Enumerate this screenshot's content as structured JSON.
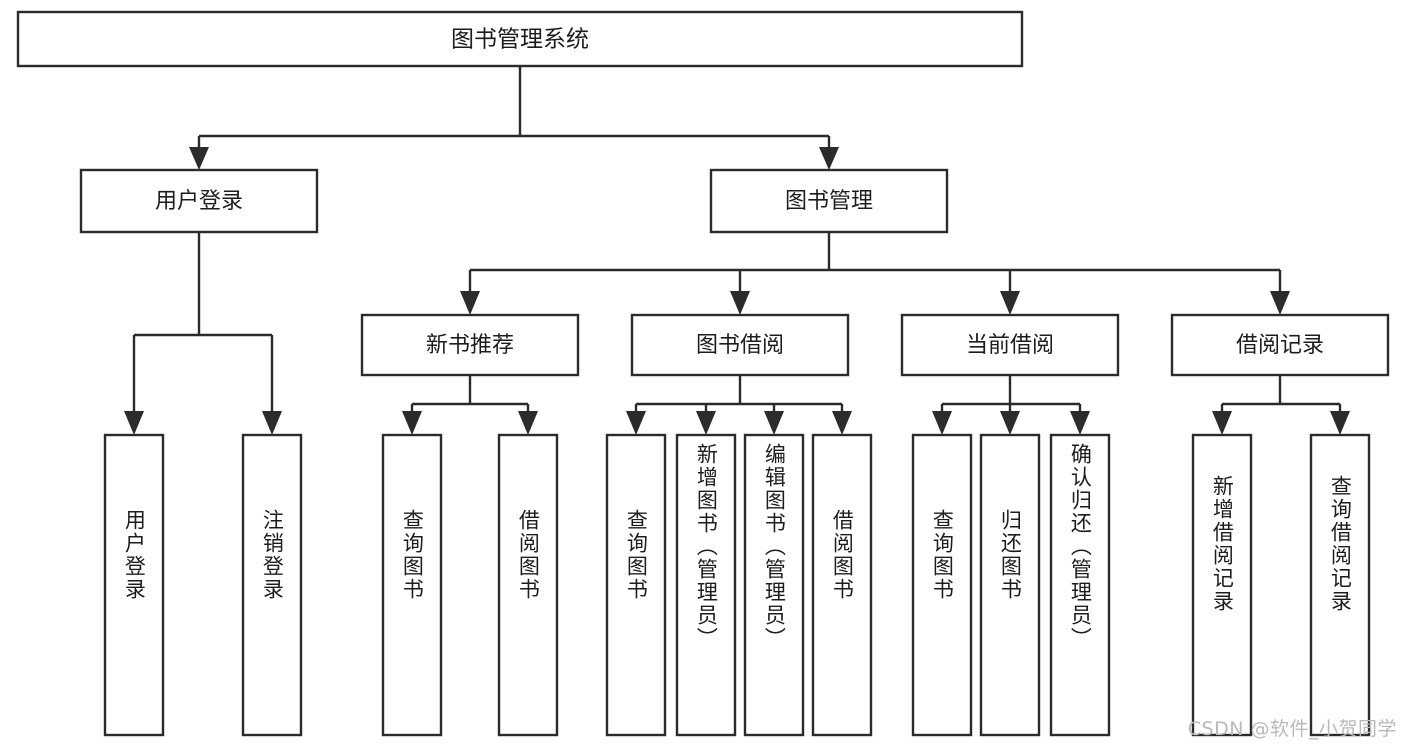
{
  "diagram": {
    "title": "图书管理系统",
    "type": "tree-hierarchy-chart",
    "orientation": "top-down",
    "colors": {
      "background": "#ffffff",
      "stroke": "#2b2b2b",
      "box_fill": "#ffffff",
      "text": "#1d1d1d",
      "watermark": "#b9b9b9"
    },
    "watermark": "CSDN @软件_小贺同学",
    "levels": {
      "root": "图书管理系统",
      "level2": [
        "用户登录",
        "图书管理"
      ],
      "level3": [
        "新书推荐",
        "图书借阅",
        "当前借阅",
        "借阅记录"
      ],
      "level4_orientation": "vertical-text"
    }
  },
  "nodes": {
    "root": {
      "id": "root",
      "label": "图书管理系统"
    },
    "user_login": {
      "id": "user-login",
      "label": "用户登录"
    },
    "book_manage": {
      "id": "book-manage",
      "label": "图书管理"
    },
    "new_book_rec": {
      "id": "new-book-recommend",
      "label": "新书推荐"
    },
    "book_borrow": {
      "id": "book-borrow",
      "label": "图书借阅"
    },
    "current_borrow": {
      "id": "current-borrow",
      "label": "当前借阅"
    },
    "borrow_record": {
      "id": "borrow-record",
      "label": "借阅记录"
    }
  },
  "leaves": [
    {
      "id": "leaf-user-login",
      "label": "用户登录",
      "parent": "用户登录"
    },
    {
      "id": "leaf-logout-login",
      "label": "注销登录",
      "parent": "用户登录"
    },
    {
      "id": "leaf-query-book-1",
      "label": "查询图书",
      "parent": "新书推荐"
    },
    {
      "id": "leaf-borrow-book-1",
      "label": "借阅图书",
      "parent": "新书推荐"
    },
    {
      "id": "leaf-query-book-2",
      "label": "查询图书",
      "parent": "图书借阅"
    },
    {
      "id": "leaf-add-book-admin",
      "label": "新增图书（管理员）",
      "parent": "图书借阅"
    },
    {
      "id": "leaf-edit-book-admin",
      "label": "编辑图书（管理员）",
      "parent": "图书借阅"
    },
    {
      "id": "leaf-borrow-book-2",
      "label": "借阅图书",
      "parent": "图书借阅"
    },
    {
      "id": "leaf-query-book-3",
      "label": "查询图书",
      "parent": "当前借阅"
    },
    {
      "id": "leaf-return-book",
      "label": "归还图书",
      "parent": "当前借阅"
    },
    {
      "id": "leaf-confirm-return-admin",
      "label": "确认归还（管理员）",
      "parent": "当前借阅"
    },
    {
      "id": "leaf-add-borrow-record",
      "label": "新增借阅记录",
      "parent": "借阅记录"
    },
    {
      "id": "leaf-query-borrow-record",
      "label": "查询借阅记录",
      "parent": "借阅记录"
    }
  ]
}
